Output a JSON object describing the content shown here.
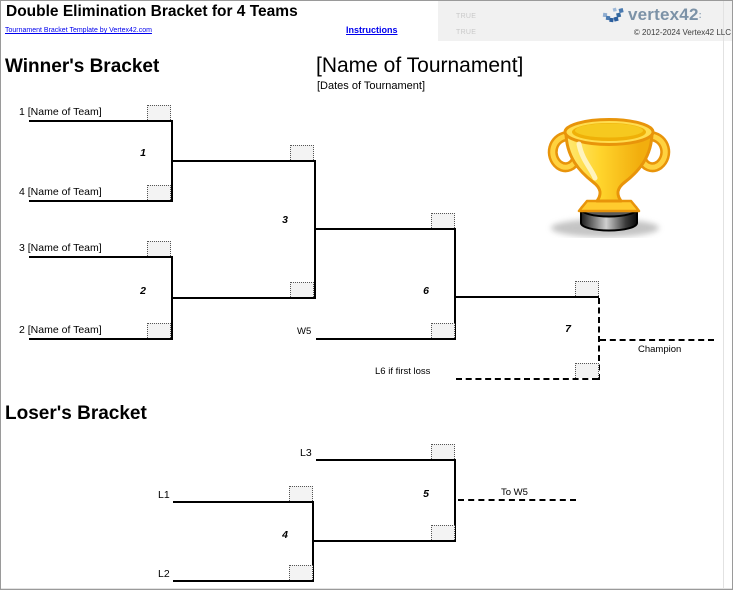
{
  "header": {
    "title": "Double Elimination Bracket for 4 Teams",
    "template_link": "Tournament Bracket Template by Vertex42.com",
    "instructions_link": "Instructions",
    "flag_top": "TRUE",
    "flag_bottom": "TRUE",
    "logo_text": "vertex42",
    "logo_mark": ":",
    "copyright": "© 2012-2024 Vertex42 LLC"
  },
  "tournament": {
    "name": "[Name of Tournament]",
    "dates": "[Dates of Tournament]"
  },
  "winners": {
    "heading": "Winner's Bracket",
    "teams": [
      {
        "label": "1  [Name of Team]"
      },
      {
        "label": "4  [Name of Team]"
      },
      {
        "label": "3  [Name of Team]"
      },
      {
        "label": "2  [Name of Team]"
      }
    ],
    "match_numbers": {
      "m1": "1",
      "m2": "2",
      "m3": "3",
      "m6": "6",
      "m7": "7"
    },
    "w5_label": "W5",
    "l6_label": "L6 if first loss",
    "champion_label": "Champion"
  },
  "losers": {
    "heading": "Loser's Bracket",
    "l1_label": "L1",
    "l2_label": "L2",
    "l3_label": "L3",
    "match_numbers": {
      "m4": "4",
      "m5": "5"
    },
    "to_w5_label": "To W5"
  },
  "colors": {
    "link": "#0000EE",
    "bracket_line": "#000000",
    "score_box_fill": "#f3f3f3",
    "header_panel": "#f1f1f1",
    "flag_text": "#c9c9c9",
    "logo_blue": "#2e62a0",
    "logo_text": "#7c92a7",
    "trophy_gold": "#FFD42C",
    "trophy_outline": "#E8940A"
  }
}
